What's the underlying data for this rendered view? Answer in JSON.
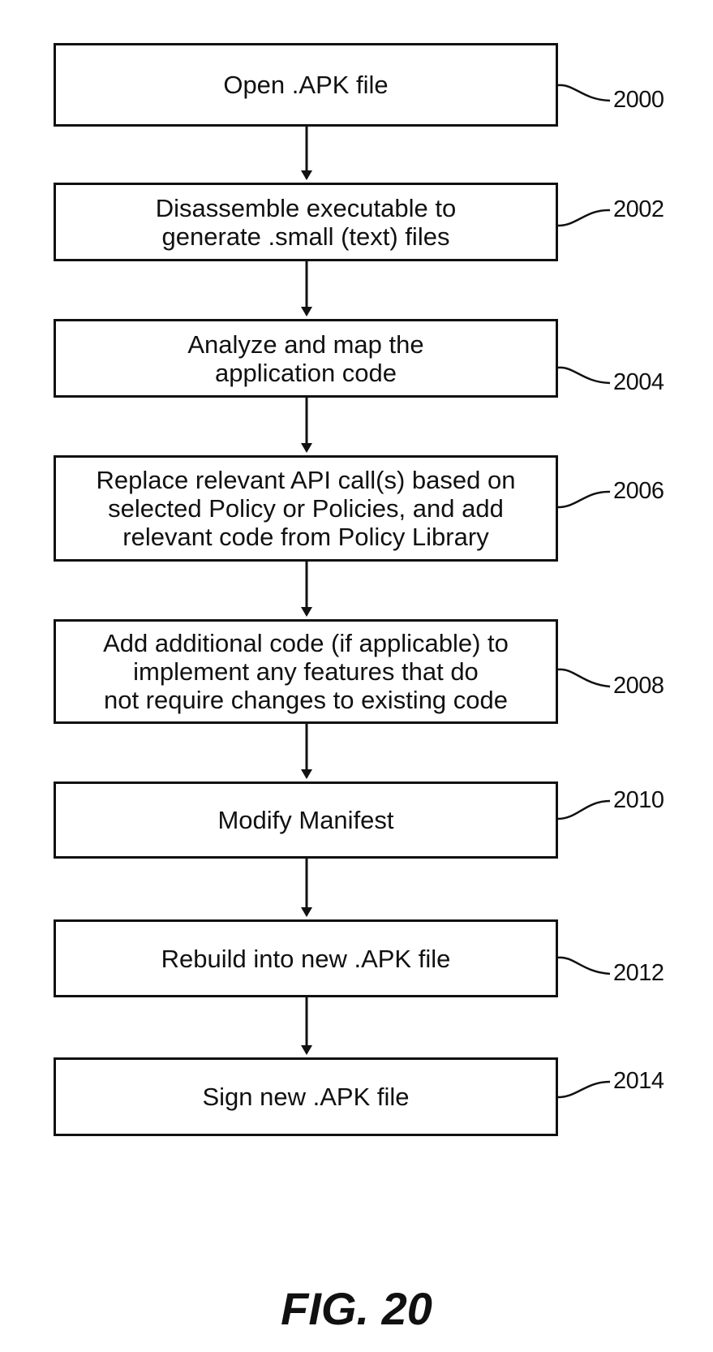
{
  "figure": {
    "caption": "FIG. 20"
  },
  "steps": [
    {
      "id": "2000",
      "text": "Open .APK file"
    },
    {
      "id": "2002",
      "text": "Disassemble executable to\ngenerate .small (text) files"
    },
    {
      "id": "2004",
      "text": "Analyze and map the\napplication code"
    },
    {
      "id": "2006",
      "text": "Replace relevant API call(s) based on\nselected Policy or Policies, and add\nrelevant code from Policy Library"
    },
    {
      "id": "2008",
      "text": "Add additional code (if applicable) to\nimplement any features that do\nnot require changes to existing code"
    },
    {
      "id": "2010",
      "text": "Modify Manifest"
    },
    {
      "id": "2012",
      "text": "Rebuild into new .APK file"
    },
    {
      "id": "2014",
      "text": "Sign new .APK file"
    }
  ],
  "colors": {
    "ink": "#111111",
    "background": "#ffffff"
  }
}
